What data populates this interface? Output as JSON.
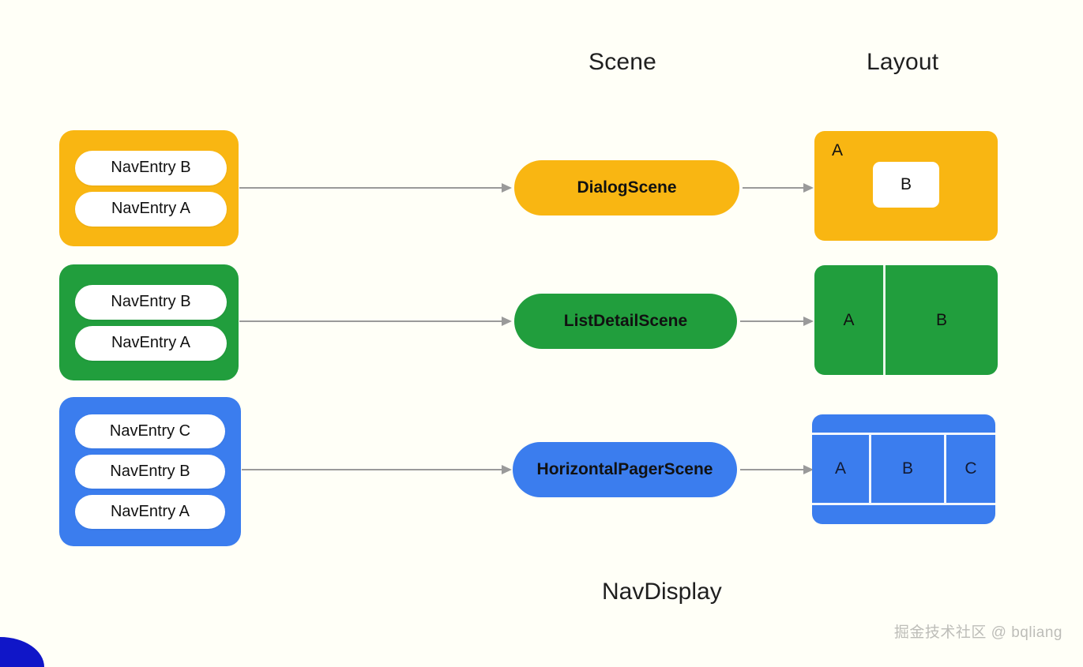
{
  "headers": {
    "scene": "Scene",
    "layout": "Layout"
  },
  "caption": {
    "nav_display": "NavDisplay"
  },
  "watermark": {
    "text": "掘金技术社区 @ bqliang"
  },
  "colors": {
    "background": "#fffff7",
    "amber": "#F9B612",
    "green": "#219E3D",
    "blue": "#3B7DEE",
    "white": "#ffffff",
    "arrow": "#9a9a9a",
    "text": "#111111",
    "corner": "#1016c8"
  },
  "rows": [
    {
      "id": "dialog",
      "color": "#F9B612",
      "back_stack": {
        "entries": [
          {
            "label": "NavEntry A"
          },
          {
            "label": "NavEntry B"
          }
        ]
      },
      "scene": {
        "label": "DialogScene"
      },
      "layout": {
        "kind": "dialog",
        "base_label": "A",
        "sheet_label": "B"
      }
    },
    {
      "id": "listdetail",
      "color": "#219E3D",
      "back_stack": {
        "entries": [
          {
            "label": "NavEntry A"
          },
          {
            "label": "NavEntry B"
          }
        ]
      },
      "scene": {
        "label": "ListDetailScene"
      },
      "layout": {
        "kind": "two-pane",
        "pane_a_label": "A",
        "pane_b_label": "B"
      }
    },
    {
      "id": "pager",
      "color": "#3B7DEE",
      "back_stack": {
        "entries": [
          {
            "label": "NavEntry A"
          },
          {
            "label": "NavEntry B"
          },
          {
            "label": "NavEntry C"
          }
        ]
      },
      "scene": {
        "label": "HorizontalPagerScene"
      },
      "layout": {
        "kind": "pager",
        "page_a_label": "A",
        "page_b_label": "B",
        "page_c_label": "C"
      }
    }
  ]
}
